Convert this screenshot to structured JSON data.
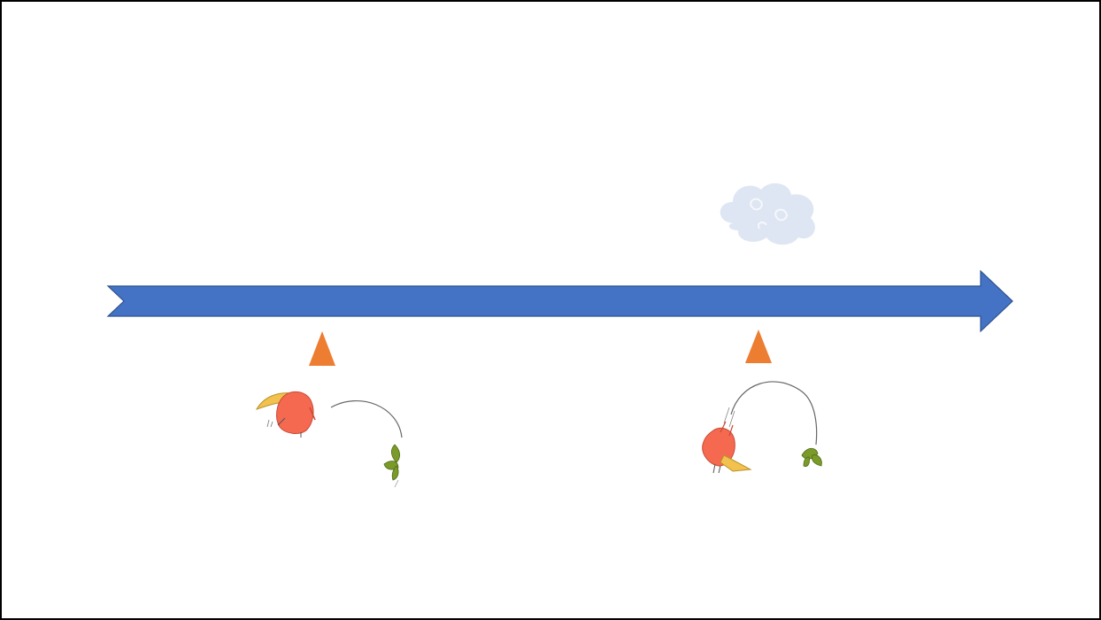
{
  "slide": {
    "background": "#ffffff",
    "border_color": "#000000"
  },
  "timeline_arrow": {
    "direction": "right",
    "fill": "#4472c4",
    "stroke": "#2f528f"
  },
  "markers": [
    {
      "name": "marker-1",
      "shape": "triangle",
      "color": "#ed7d31"
    },
    {
      "name": "marker-2",
      "shape": "triangle",
      "color": "#ed7d31"
    }
  ],
  "illustrations": [
    {
      "name": "bird-dropping-seed-illustration",
      "icon": "red-bird-icon",
      "bird_color": "#f4694f",
      "beak_color": "#f2c14e",
      "leaf_color": "#7a9a2a"
    },
    {
      "name": "bird-landing-leaf-illustration",
      "icon": "red-bird-icon",
      "bird_color": "#f4694f",
      "beak_color": "#f2c14e",
      "leaf_color": "#7a9a2a"
    }
  ],
  "cloud": {
    "icon": "cloud-icon",
    "color": "#dfe6f3"
  }
}
